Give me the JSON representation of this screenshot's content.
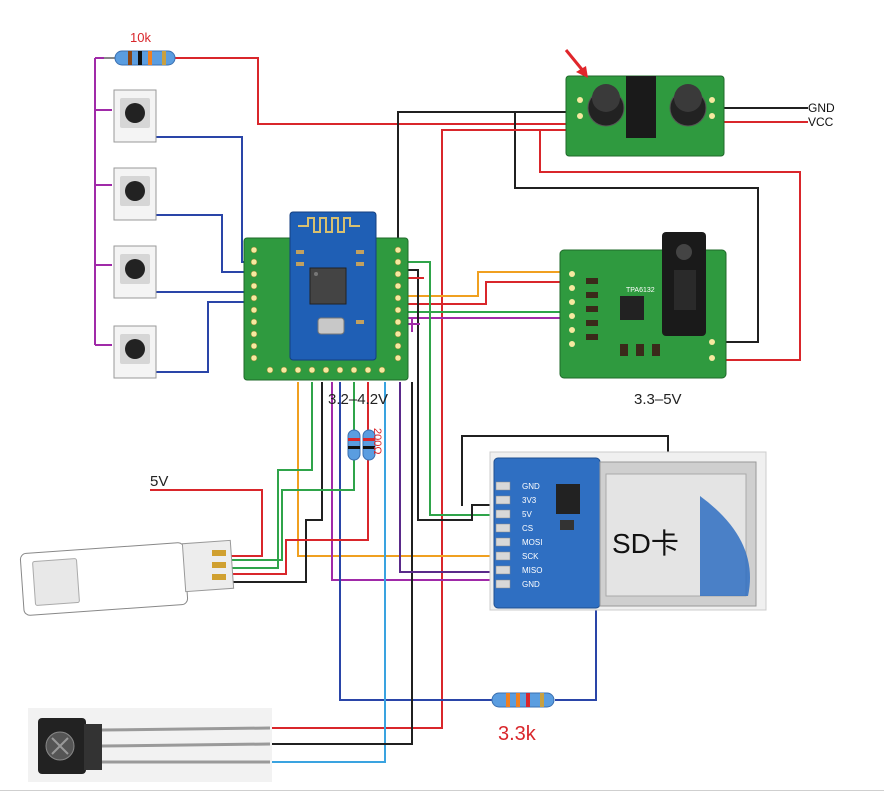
{
  "labels": {
    "resistor_top": "10k",
    "gnd": "GND",
    "vcc": "VCC",
    "amp_voltage": "3.3–5V",
    "bt_voltage": "3.2–4.2V",
    "resistor_vertical": "200Ω",
    "usb_power": "5V",
    "sd_card": "SD卡",
    "resistor_bottom": "3.3k"
  },
  "sd_pins": [
    "GND",
    "3V3",
    "5V",
    "CS",
    "MOSI",
    "SCK",
    "MISO",
    "GND"
  ],
  "amp_chip": "TPA6132",
  "colors": {
    "board_green": "#2f9a3f",
    "board_blue": "#1f5fb5",
    "sd_blue": "#2f6fc2",
    "wire_red": "#d9262b",
    "wire_blue": "#2a45a8",
    "wire_black": "#202020",
    "wire_purple": "#a02aa8",
    "wire_orange": "#f0a020",
    "wire_green": "#2fa44a",
    "wire_lightblue": "#3aa3e0",
    "wire_darkpurple": "#5a2a8a",
    "arrow": "#e0262b"
  }
}
